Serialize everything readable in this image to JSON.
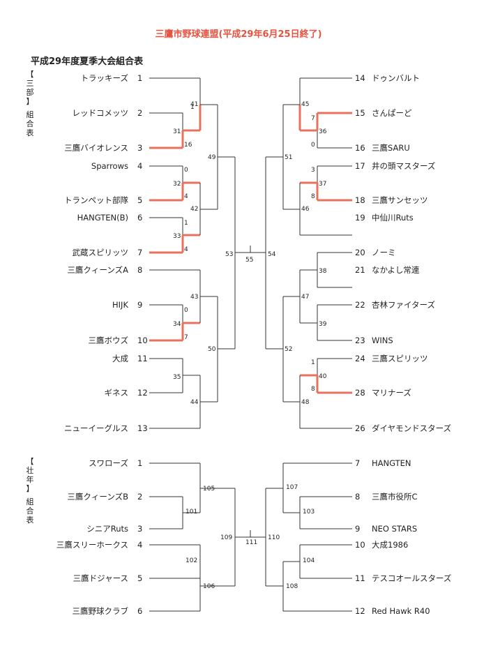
{
  "title": "三鷹市野球連盟(平成29年6月25日終了)",
  "subtitle": "平成29年度夏季大会組合表",
  "colors": {
    "line": "#333333",
    "winner": "#e8715e",
    "title": "#e8523f"
  },
  "division3": {
    "label_top": "【三部】",
    "label_bottom": "組合表",
    "left": [
      {
        "seed": "1",
        "name": "トラッキーズ"
      },
      {
        "seed": "2",
        "name": "レッドコメッツ"
      },
      {
        "seed": "3",
        "name": "三鷹バイオレンス"
      },
      {
        "seed": "4",
        "name": "Sparrows"
      },
      {
        "seed": "5",
        "name": "トランペット部隊"
      },
      {
        "seed": "6",
        "name": "HANGTEN(B)"
      },
      {
        "seed": "7",
        "name": "武蔵スピリッツ"
      },
      {
        "seed": "8",
        "name": "三鷹クィーンズA"
      },
      {
        "seed": "9",
        "name": "HIJK"
      },
      {
        "seed": "10",
        "name": "三鷹ボウズ"
      },
      {
        "seed": "11",
        "name": "大成"
      },
      {
        "seed": "12",
        "name": "ギネス"
      },
      {
        "seed": "13",
        "name": "ニューイーグルス"
      }
    ],
    "right": [
      {
        "seed": "14",
        "name": "ドゥンバルト"
      },
      {
        "seed": "15",
        "name": "さんぱーど"
      },
      {
        "seed": "16",
        "name": "三鷹SARU"
      },
      {
        "seed": "17",
        "name": "井の頭マスターズ"
      },
      {
        "seed": "18",
        "name": "三鷹サンセッツ"
      },
      {
        "seed": "19",
        "name": "中仙川Ruts"
      },
      {
        "seed": "20",
        "name": "ノーミ"
      },
      {
        "seed": "21",
        "name": "なかよし常連"
      },
      {
        "seed": "22",
        "name": "杏林ファイターズ"
      },
      {
        "seed": "23",
        "name": "WINS"
      },
      {
        "seed": "24",
        "name": "三鷹スピリッツ"
      },
      {
        "seed": "28",
        "name": "マリナーズ"
      },
      {
        "seed": "26",
        "name": "ダイヤモンドスターズ"
      }
    ]
  },
  "senior": {
    "label_top": "【壮年】",
    "label_bottom": "組合表",
    "left": [
      {
        "seed": "1",
        "name": "スワローズ"
      },
      {
        "seed": "2",
        "name": "三鷹クィーンズB"
      },
      {
        "seed": "3",
        "name": "シニアRuts"
      },
      {
        "seed": "4",
        "name": "三鷹スリーホークス"
      },
      {
        "seed": "5",
        "name": "三鷹ドジャース"
      },
      {
        "seed": "6",
        "name": "三鷹野球クラブ"
      }
    ],
    "right": [
      {
        "seed": "7",
        "name": "HANGTEN"
      },
      {
        "seed": "8",
        "name": "三鷹市役所C"
      },
      {
        "seed": "9",
        "name": "NEO  STARS"
      },
      {
        "seed": "10",
        "name": "大成1986"
      },
      {
        "seed": "11",
        "name": "テスコオールスターズ"
      },
      {
        "seed": "12",
        "name": "Red  Hawk  R40"
      }
    ]
  },
  "match_numbers": {
    "d3": [
      "41",
      "1",
      "31",
      "16",
      "0",
      "32",
      "4",
      "42",
      "1",
      "33",
      "4",
      "49",
      "43",
      "0",
      "34",
      "7",
      "50",
      "35",
      "44",
      "53",
      "55",
      "54",
      "45",
      "7",
      "36",
      "0",
      "51",
      "3",
      "37",
      "8",
      "46",
      "38",
      "47",
      "39",
      "52",
      "1",
      "40",
      "8",
      "48"
    ],
    "sr": [
      "105",
      "101",
      "102",
      "106",
      "109",
      "111",
      "110",
      "107",
      "103",
      "104",
      "108"
    ]
  }
}
